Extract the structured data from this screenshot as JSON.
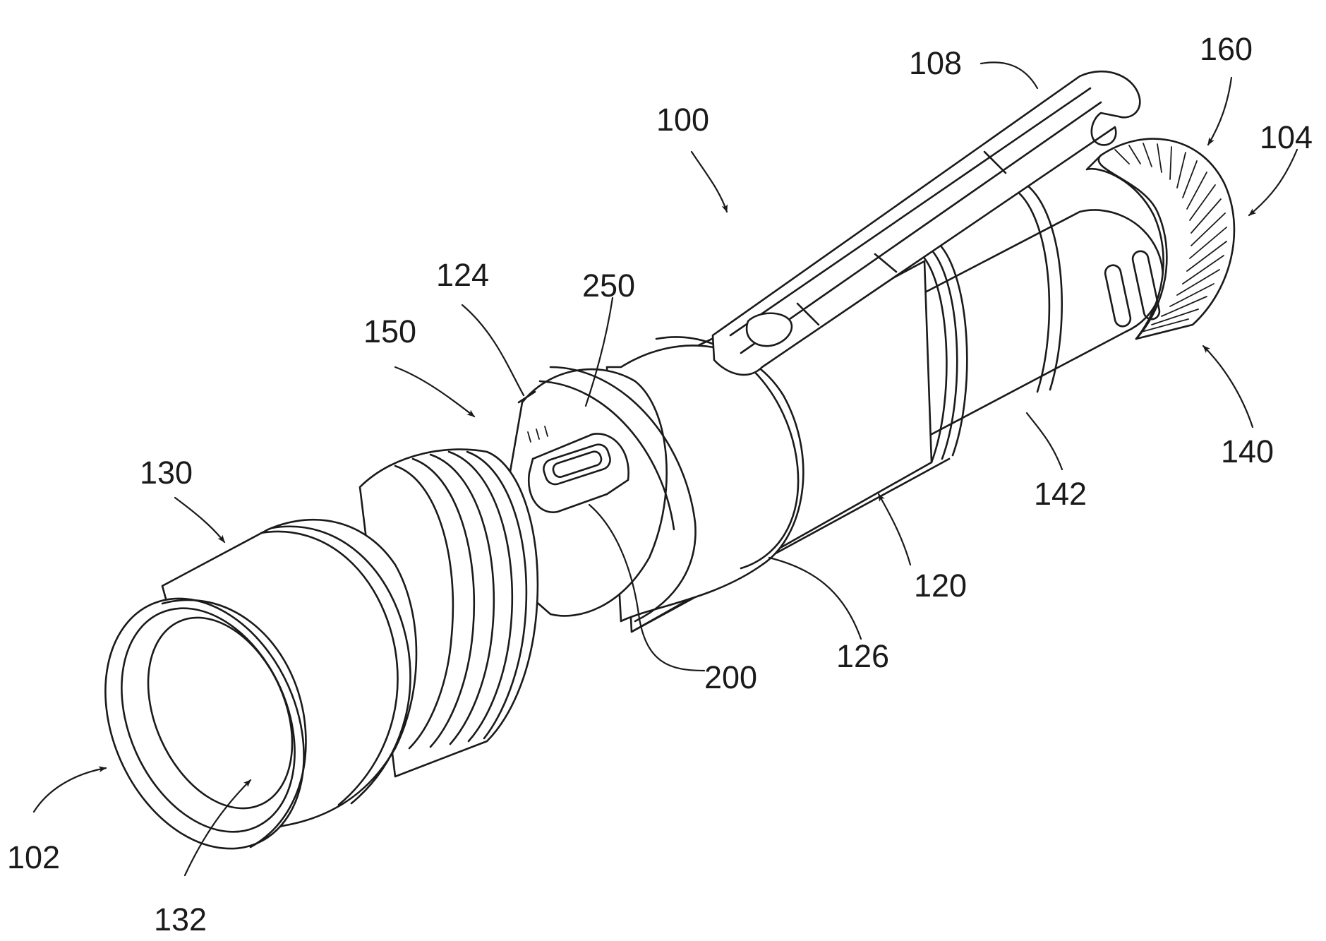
{
  "figure": {
    "labels": {
      "l100": "100",
      "l102": "102",
      "l104": "104",
      "l108": "108",
      "l120": "120",
      "l124": "124",
      "l126": "126",
      "l130": "130",
      "l132": "132",
      "l140": "140",
      "l142": "142",
      "l150": "150",
      "l160": "160",
      "l200": "200",
      "l250": "250"
    }
  }
}
